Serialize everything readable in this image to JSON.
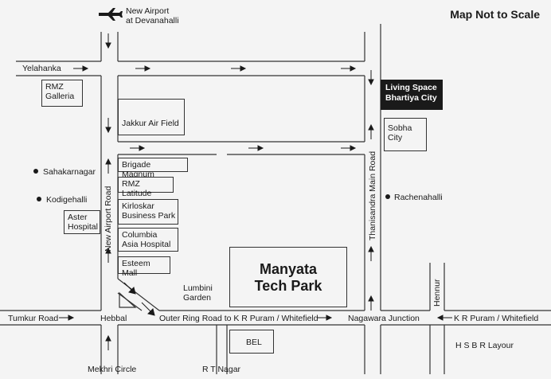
{
  "title": "Map Not to Scale",
  "places": {
    "new_airport": "New Airport\nat Devanahalli",
    "yelahanka": "Yelahanka",
    "rmz_galleria": "RMZ\nGalleria",
    "jakkur": "Jakkur Air Field",
    "sahakarnagar": "Sahakarnagar",
    "kodigehalli": "Kodigehalli",
    "aster": "Aster\nHospital",
    "brigade": "Brigade Magnum",
    "rmz_latitude": "RMZ Latitude",
    "kirloskar": "Kirloskar\nBusiness Park",
    "columbia": "Columbia\nAsia Hospital",
    "esteem": "Esteem Mall",
    "lumbini": "Lumbini\nGarden",
    "manyata": "Manyata\nTech Park",
    "living_space": "Living Space\nBhartiya City",
    "sobha": "Sobha\nCity",
    "rachenahalli": "Rachenahalli",
    "hennur": "Hennur",
    "tumkur": "Tumkur Road",
    "hebbal": "Hebbal",
    "orr": "Outer Ring Road to K R Puram / Whitefield",
    "nagawara": "Nagawara Junction",
    "kr_puram": "K R Puram / Whitefield",
    "hsbr": "H S B R Layour",
    "bel": "BEL",
    "mekhri": "Mekhri Circle",
    "rt_nagar": "R T Nagar",
    "new_airport_road": "New Airport Road",
    "thanisandra": "Thanisandra Main Road"
  },
  "icons": {
    "airport": "airplane-icon",
    "place": "location-dot-icon",
    "direction": "arrow-icon"
  }
}
